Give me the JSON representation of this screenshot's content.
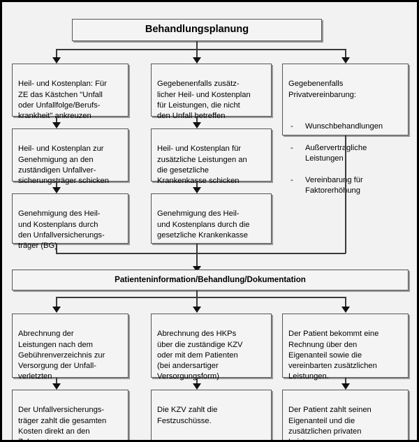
{
  "diagram": {
    "title_banner": {
      "label": "Behandlungsplanung"
    },
    "mid_banner": {
      "label": "Patienteninformation/Behandlung/Dokumentation"
    },
    "columns": [
      {
        "name": "unfallversicherung",
        "nodes": [
          {
            "id": "n-c1-r1",
            "text": "Heil- und Kostenplan: Für\nZE das Kästchen \"Unfall\noder Unfallfolge/Berufs-\nkrankheit\" ankreuzen"
          },
          {
            "id": "n-c1-r2",
            "text": "Heil- und Kostenplan zur\nGenehmigung an den\nzuständigen Unfallver-\nsicherungsträger schicken"
          },
          {
            "id": "n-c1-r3",
            "text": "Genehmigung des Heil-\nund Kostenplans durch\nden Unfallversicherungs-\nträger (BG)"
          },
          {
            "id": "n-c1-r4",
            "text": "Abrechnung der\nLeistungen nach dem\nGebührenverzeichnis zur\nVersorgung der Unfall-\nverletzten"
          },
          {
            "id": "n-c1-r5",
            "text": "Der Unfallversicherungs-\nträger zahlt die gesamten\nKosten direkt an den\nZahnarzt."
          }
        ]
      },
      {
        "name": "gesetzliche-krankenkasse",
        "nodes": [
          {
            "id": "n-c2-r1",
            "text": "Gegebenenfalls zusätz-\nlicher Heil- und Kostenplan\nfür Leistungen, die nicht\nden Unfall betreffen"
          },
          {
            "id": "n-c2-r2",
            "text": "Heil- und Kostenplan für\nzusätzliche Leistungen an\ndie gesetzliche\nKrankenkasse schicken"
          },
          {
            "id": "n-c2-r3",
            "text": "Genehmigung des Heil-\nund Kostenplans durch die\ngesetzliche Krankenkasse"
          },
          {
            "id": "n-c2-r4",
            "text": "Abrechnung des HKPs\nüber die zuständige KZV\noder mit dem Patienten\n(bei andersartiger\nVersorgungsform)"
          },
          {
            "id": "n-c2-r5",
            "text": "Die KZV zahlt die\nFestzuschüsse."
          }
        ]
      },
      {
        "name": "privatvereinbarung",
        "nodes": [
          {
            "id": "n-c3-r1",
            "heading": "Gegebenenfalls\nPrivatvereinbarung:",
            "bullet_marker": "-",
            "bullets": [
              "Wunschbehandlungen",
              "Außervertragliche\nLeistungen",
              "Vereinbarung für\nFaktorerhöhung"
            ]
          },
          {
            "id": "n-c3-r4",
            "text": "Der Patient bekommt eine\nRechnung über den\nEigenanteil sowie die\nvereinbarten zusätzlichen\nLeistungen."
          },
          {
            "id": "n-c3-r5",
            "text": "Der Patient zahlt seinen\nEigenanteil und die\nzusätzlichen privaten\nLeistungen."
          }
        ]
      }
    ],
    "colors": {
      "page_background": "#f2f2f2",
      "node_fill": "#f4f4f4",
      "node_border": "#555555",
      "connector": "#3a3a3a",
      "text": "#000000",
      "frame": "#000000"
    }
  }
}
